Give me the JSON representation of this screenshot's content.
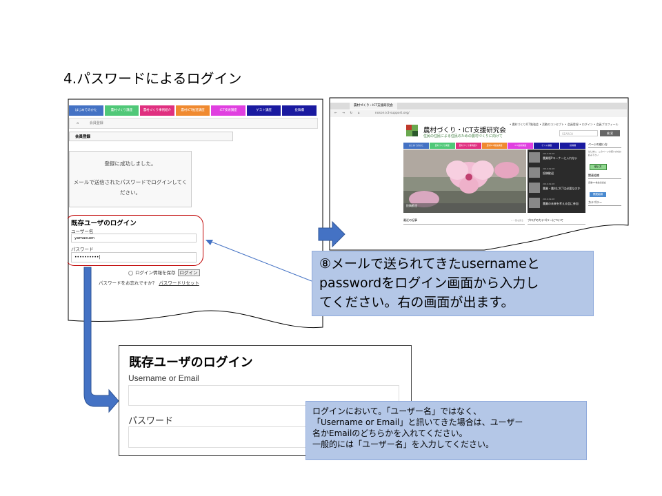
{
  "slide": {
    "title": "4.パスワードによるログイン"
  },
  "left_screen": {
    "nav": [
      {
        "label": "はじめてのかた",
        "color": "#4472c4"
      },
      {
        "label": "農村づくり講座",
        "color": "#50c878"
      },
      {
        "label": "農村づくり事例紹介",
        "color": "#e03080"
      },
      {
        "label": "農村ICT推進講座",
        "color": "#f08a30"
      },
      {
        "label": "ICT技術講座",
        "color": "#e040e0"
      },
      {
        "label": "ゲスト講座",
        "color": "#1a1aa0"
      },
      {
        "label": "投稿欄",
        "color": "#1a1aa0"
      }
    ],
    "breadcrumb": {
      "home": "⌂",
      "page": "会員登録"
    },
    "member_header": "会員登録",
    "success_line1": "登録に成功しました。",
    "success_line2": "メールで送信されたパスワードでログインしてください。",
    "login_title": "既存ユーザのログイン",
    "username_label": "ユーザー名",
    "username_value": "yamaouen",
    "password_label": "パスワード",
    "password_value": "••••••••••|",
    "remember_label": "ログイン情報を保存",
    "login_button": "ログイン",
    "forgot_text": "パスワードをお忘れですか？",
    "forgot_link": "パスワードリセット"
  },
  "right_screen": {
    "tab_label": "農村づくり・ICT支援研究会",
    "address": "noson.ict-support.org/",
    "site_title": "農村づくり・ICT支援研究会",
    "site_subtitle": "住民の住民による住民のための農村づくりに向けて",
    "top_links": "• 農村づくりICT勉強会  • 活動のコンセプト  • 会員登録  • ログイン  • 会員プロフィール",
    "search_placeholder": "SEARCH",
    "search_button": "検 索",
    "nav": [
      {
        "label": "はじめてのかた",
        "color": "#4472c4"
      },
      {
        "label": "農村づくり講座",
        "color": "#50c878"
      },
      {
        "label": "農村づくり事例紹介",
        "color": "#e03080"
      },
      {
        "label": "農村ICT推進講座",
        "color": "#f08a30"
      },
      {
        "label": "ICT技術講座",
        "color": "#e040e0"
      },
      {
        "label": "ゲスト講座",
        "color": "#1a1aa0"
      },
      {
        "label": "投稿欄",
        "color": "#1a1aa0"
      }
    ],
    "hero_caption": "投稿歓迎",
    "side_items": [
      {
        "meta": "2019.09.08",
        "title": "農業版Pコーナーに入れない"
      },
      {
        "meta": "2019.09.08",
        "title": "投稿歓迎"
      },
      {
        "meta": "2019.09.08",
        "title": "農業・農村にICTは必要なのか"
      },
      {
        "meta": "2019.09.08",
        "title": "農業の未来を考える会に参加"
      }
    ],
    "widget1_title": "ページの使い方",
    "widget1_text": "はじめに、このページの使い方をお読み下さい",
    "widget1_button": "使い方",
    "widget2_title": "関連組織",
    "widget2_text": "農業ICT推進協議会",
    "widget2_button": "関連組織",
    "widget3_title": "カテゴリー",
    "bottom_left": "最近の記事",
    "bottom_left_more": "» 一覧を見る",
    "bottom_mid": "ブログのカテゴリーについて"
  },
  "callout": {
    "lines": [
      "⑧メールで送られてきたusernameと",
      "passwordをログイン画面から入力し",
      "てください。右の画面が出ます。"
    ]
  },
  "zoom_login": {
    "title": "既存ユーザのログイン",
    "username_label": "Username or Email",
    "password_label": "パスワード"
  },
  "note": {
    "lines": [
      "ログインにおいて。「ユーザー名」ではなく、",
      "「Username or Email」と訊いてきた場合は、ユーザー",
      "名かEmailのどちらかを入れてください。",
      "一般的には「ユーザー名」を入力してください。"
    ]
  },
  "colors": {
    "callout_fill": "#b4c7e7",
    "arrow_blue": "#4472c4",
    "highlight_red": "#c00000"
  }
}
